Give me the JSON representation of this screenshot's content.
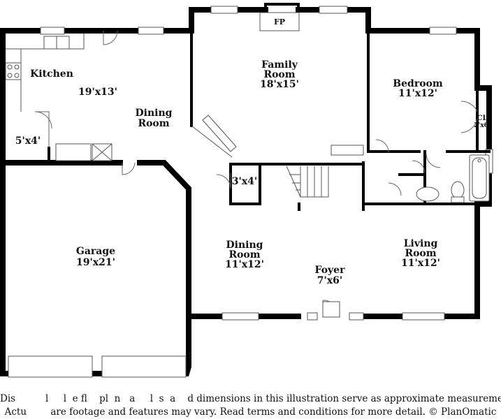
{
  "rooms": {
    "kitchen": {
      "name": "Kitchen",
      "size": "19'x13'"
    },
    "dining_room_1": {
      "name_line1": "Dining",
      "name_line2": "Room"
    },
    "family_room": {
      "name_line1": "Family",
      "name_line2": "Room",
      "size": "18'x15'"
    },
    "fireplace": {
      "label": "FP"
    },
    "bedroom": {
      "name": "Bedroom",
      "size": "11'x12'"
    },
    "closet": {
      "label": "CL",
      "size": "2'x6'"
    },
    "pantry": {
      "size": "5'x4'"
    },
    "closet_2": {
      "size": "3'x4'"
    },
    "garage": {
      "name": "Garage",
      "size": "19'x21'"
    },
    "dining_room_2": {
      "name_line1": "Dining",
      "name_line2": "Room",
      "size": "11'x12'"
    },
    "foyer": {
      "name": "Foyer",
      "size": "7'x6'"
    },
    "living_room": {
      "name_line1": "Living",
      "name_line2": "Room",
      "size": "11'x12'"
    }
  },
  "disclaimer": {
    "line1": "Dis          l     l  e fl    pl  n   a     l  s  a    d dimensions in this illustration serve as approximate measurements",
    "line2": "Actu        are footage and features may vary. Read terms and conditions for more detail. © PlanOmatic"
  }
}
